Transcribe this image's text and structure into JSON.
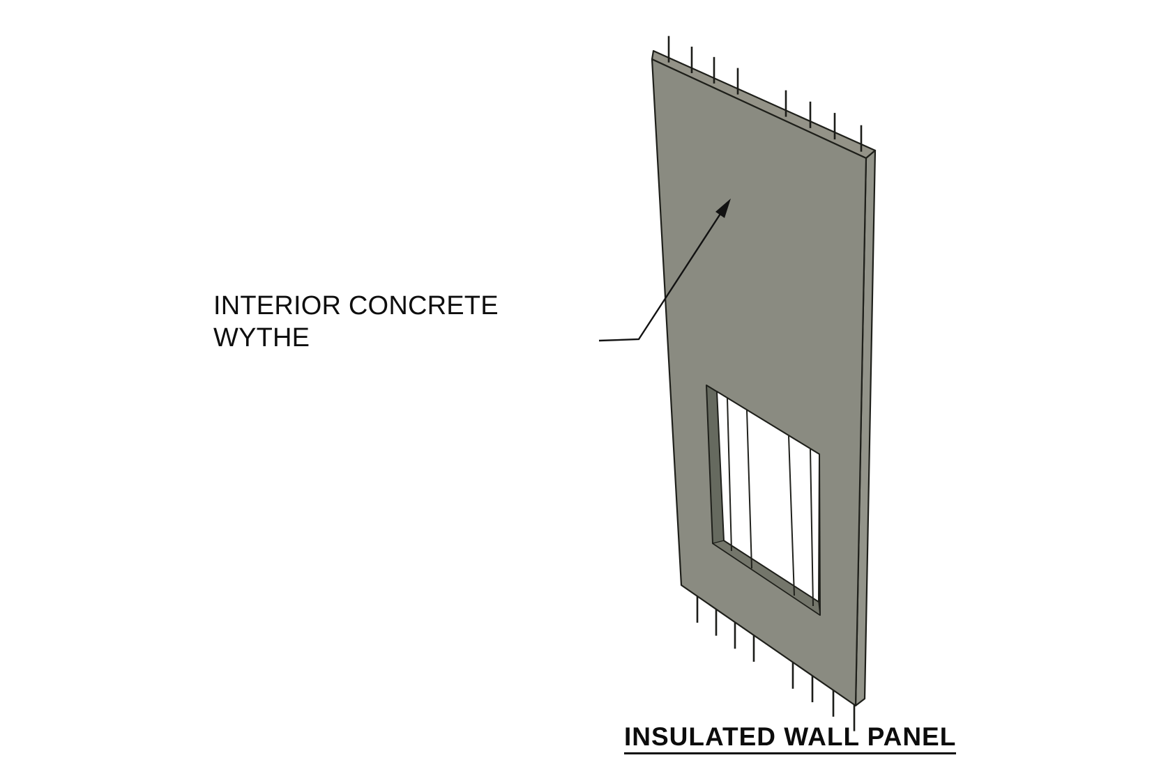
{
  "diagram": {
    "label": "INTERIOR CONCRETE WYTHE",
    "title": "INSULATED WALL PANEL",
    "colors": {
      "background": "#ffffff",
      "panel_front": "#8a8b81",
      "panel_top": "#949388",
      "panel_side": "#93948a",
      "opening_reveal_jamb": "#666a5f",
      "opening_reveal_sill": "#74766b",
      "opening_through": "#ffffff",
      "edge_line": "#1e1f1a",
      "dowel_line": "#1b1c18",
      "joint_line": "#20211c",
      "annotation_line": "#121212",
      "text": "#0e0e0e"
    },
    "top_dowels_x": [
      959,
      992,
      1024,
      1058,
      1127,
      1162,
      1197,
      1235
    ],
    "bottom_dowels_x": [
      1000,
      1027,
      1054,
      1081,
      1137,
      1165,
      1195,
      1225
    ],
    "joint_lines": [
      [
        1043,
        572,
        1049,
        791
      ],
      [
        1071,
        589,
        1078,
        816
      ],
      [
        1131,
        626,
        1139,
        855
      ],
      [
        1162,
        645,
        1166,
        870
      ]
    ]
  }
}
